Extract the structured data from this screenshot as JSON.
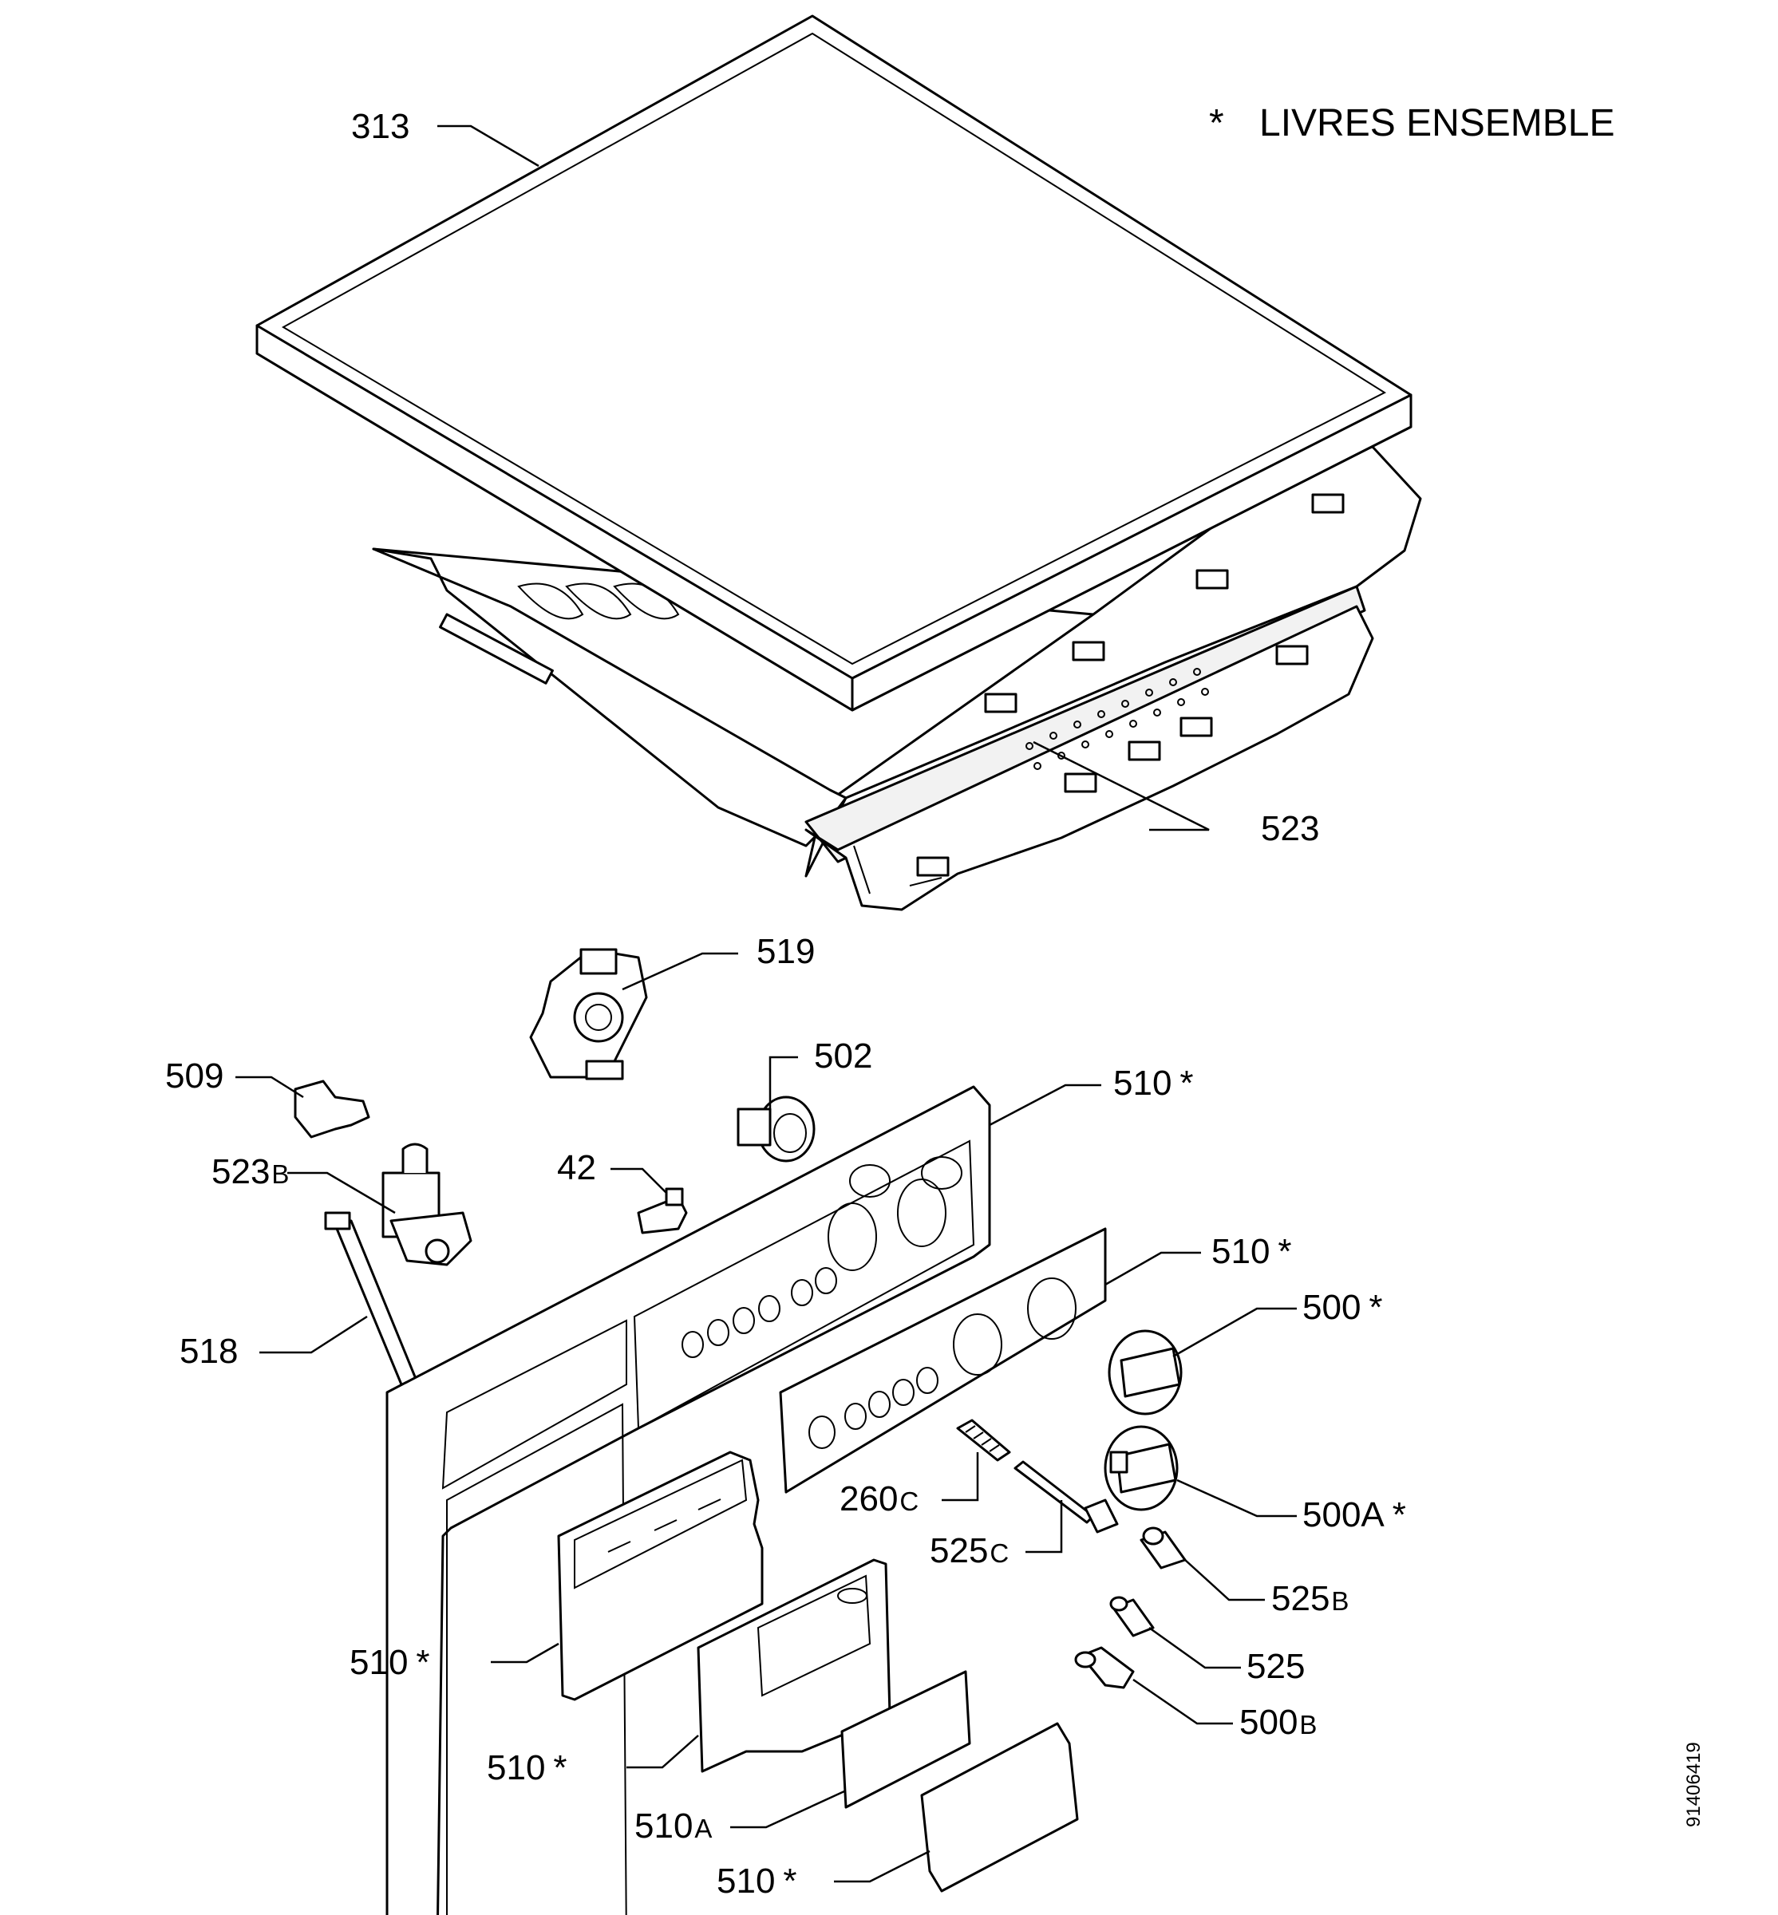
{
  "note": {
    "asterisk": "*",
    "text": "LIVRES ENSEMBLE"
  },
  "document_id": "91406419",
  "callouts": {
    "c313": {
      "num": "313"
    },
    "c523": {
      "num": "523"
    },
    "c519": {
      "num": "519"
    },
    "c502": {
      "num": "502"
    },
    "c509": {
      "num": "509"
    },
    "c510_top": {
      "num": "510",
      "mark": "*"
    },
    "c523b": {
      "num": "523",
      "suffix": "B"
    },
    "c42": {
      "num": "42"
    },
    "c510_panel": {
      "num": "510",
      "mark": "*"
    },
    "c500": {
      "num": "500",
      "mark": "*"
    },
    "c518": {
      "num": "518"
    },
    "c260c": {
      "num": "260",
      "suffix": "C"
    },
    "c500a": {
      "num": "500A",
      "mark": "*"
    },
    "c525c": {
      "num": "525",
      "suffix": "C"
    },
    "c525b": {
      "num": "525",
      "suffix": "B"
    },
    "c525": {
      "num": "525"
    },
    "c510_drawer": {
      "num": "510",
      "mark": "*"
    },
    "c500b": {
      "num": "500",
      "suffix": "B"
    },
    "c510_cover": {
      "num": "510",
      "mark": "*"
    },
    "c510a": {
      "num": "510",
      "suffix": "A"
    },
    "c510_flap": {
      "num": "510",
      "mark": "*"
    }
  }
}
